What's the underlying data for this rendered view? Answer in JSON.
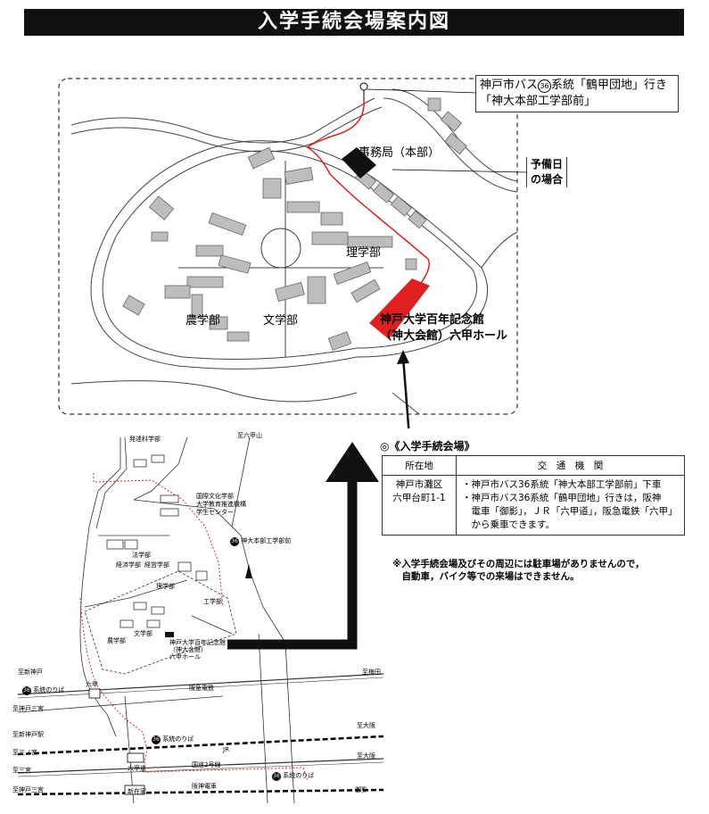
{
  "title": "入学手続会場案内図",
  "upper_map": {
    "bus_stop_callout": {
      "line1_prefix": "神戸市バス",
      "bus_number": "36",
      "line1_suffix": "系統「鶴甲団地」行き",
      "line2": "「神大本部工学部前」"
    },
    "reserve_day_box": {
      "line1": "予備日",
      "line2": "の場合"
    },
    "labels": {
      "office": "事務局（本部）",
      "science": "理学部",
      "agriculture": "農学部",
      "letters": "文学部",
      "venue_line1": "神戸大学百年記念館",
      "venue_line2": "（神大会館）六甲ホール"
    }
  },
  "venue_section": {
    "heading": "◎《入学手続会場》",
    "table": {
      "headers": [
        "所在地",
        "交　通　機　関"
      ],
      "location": [
        "神戸市灘区",
        "六甲台町1-1"
      ],
      "transport": [
        "・神戸市バス36系統「神大本部工学部前」下車",
        "・神戸市バス36系統「鶴甲団地」行きは，阪神",
        "　電車「御影」，ＪＲ「六甲道」，阪急電鉄「六甲」",
        "　から乗車できます。"
      ]
    },
    "note_line1": "※入学手続会場及びその周辺には駐車場がありませんので，",
    "note_line2": "　自動車，バイク等での来場はできません。"
  },
  "lower_map": {
    "labels": {
      "hattatsu": "発達科学部",
      "rokkosan": "至六甲山",
      "kokusai1": "国際文化学部",
      "kokusai2": "大学教育推進機構",
      "kokusai3": "学生センター",
      "honbu_stop": "神大本部工学部前",
      "law": "法学部",
      "econ": "経済学部",
      "mgmt": "経営学部",
      "science": "理学部",
      "engineering": "工学部",
      "agriculture": "農学部",
      "letters": "文学部",
      "venue1": "神戸大学百年記念館",
      "venue2": "（神大会館）",
      "venue3": "六甲ホール",
      "shin_kobe": "至新神戸",
      "umeda": "至梅田",
      "noriba36": "系統のりば",
      "sannomiya": "至神戸三宮",
      "hankyu": "阪急電鉄",
      "hankyu_rokko": "六甲",
      "jr_shinkobe": "至新神戸駅",
      "osaka": "至大阪",
      "jr_rokkomichi": "六甲道",
      "jr": "JR",
      "sannomiya2": "至三ノ宮",
      "route2": "国道2号線",
      "sannomiya3": "至三宮",
      "osaka2": "至大阪",
      "kobe_sannomiya": "至神戸三宮",
      "shinzaike": "新在家",
      "hanshin": "阪神電車",
      "mikage": "御影"
    }
  }
}
